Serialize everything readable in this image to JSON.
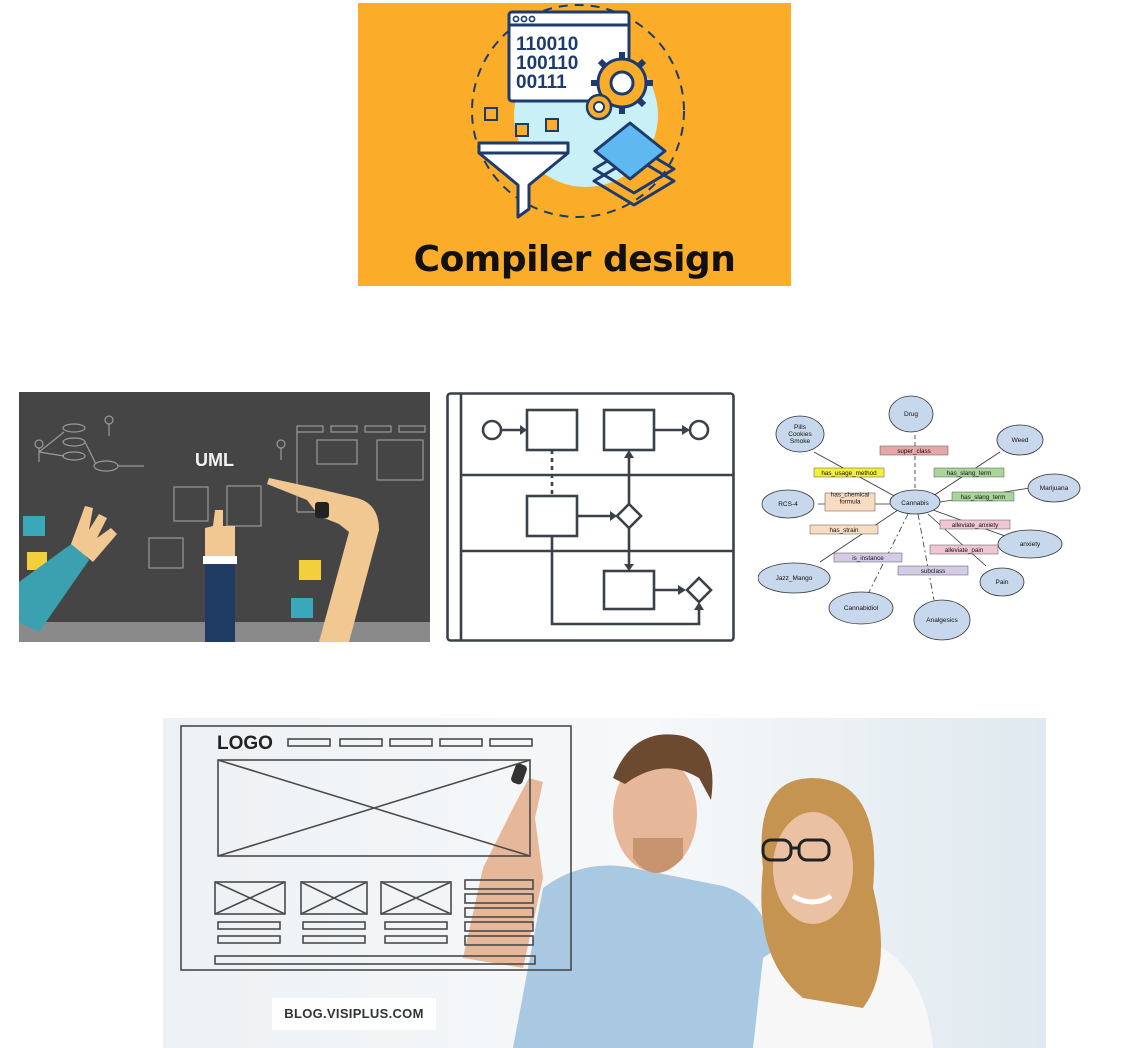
{
  "compiler_card": {
    "title": "Compiler design",
    "code_lines": [
      "110010",
      "100110",
      "00111"
    ],
    "background_color": "#fbad29"
  },
  "uml_card": {
    "title": "UML",
    "background_color": "#444444"
  },
  "flow_card": {
    "description_icons": [
      "start-circle-icon",
      "end-circle-icon",
      "decision-diamond-icon",
      "process-box-icon"
    ]
  },
  "ontology_card": {
    "center": "Cannabis",
    "nodes": [
      "Drug",
      "Pills\nCookies\nSmoke",
      "Weed",
      "Marijuana",
      "RCS-4",
      "anxiety",
      "Jazz_Mango",
      "Pain",
      "Cannabidiol",
      "Analgesics"
    ],
    "relations": [
      "super_class",
      "has_usage_method",
      "has_slang_term",
      "has_slang_term",
      "has_chemical\nformula",
      "alleviate_anxiety",
      "has_strain",
      "alleviate_pain",
      "is_instance",
      "subclass"
    ]
  },
  "wireframe_card": {
    "logo": "LOGO",
    "watermark": "BLOG.VISIPLUS.COM"
  }
}
